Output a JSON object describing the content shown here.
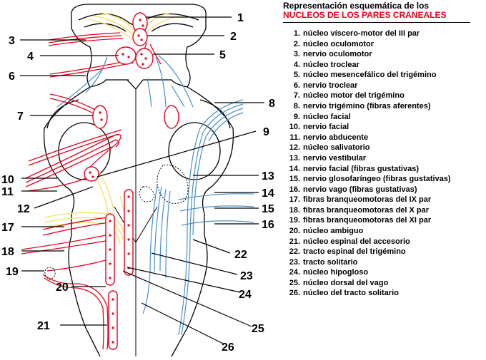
{
  "legend": {
    "title": "Representación esquemática de los",
    "subtitle": "NUCLEOS DE LOS PARES CRANEALES",
    "items": [
      {
        "num": "1.",
        "text": "núcleo víscero-motor del III par"
      },
      {
        "num": "2.",
        "text": "núcleo oculomotor"
      },
      {
        "num": "3.",
        "text": "nervio oculomotor"
      },
      {
        "num": "4.",
        "text": "núcleo troclear"
      },
      {
        "num": "5.",
        "text": "núcleo mesencefálico del trigémino"
      },
      {
        "num": "6.",
        "text": "nervio troclear"
      },
      {
        "num": "7.",
        "text": "núcleo motor del trigémino"
      },
      {
        "num": "8.",
        "text": "nervio trigémino (fibras aferentes)"
      },
      {
        "num": "9.",
        "text": "núcleo facial"
      },
      {
        "num": "10.",
        "text": "nervio facial"
      },
      {
        "num": "11.",
        "text": "nervio abducente"
      },
      {
        "num": "12.",
        "text": "núcleo salivatorio"
      },
      {
        "num": "13.",
        "text": "nervio vestibular"
      },
      {
        "num": "14.",
        "text": "nervio facial (fibras gustativas)"
      },
      {
        "num": "15.",
        "text": "nervio glosofaríngeo (fibras gustativas)"
      },
      {
        "num": "16.",
        "text": "nervio vago (fibras gustativas)"
      },
      {
        "num": "17.",
        "text": "fibras branqueomotoras del IX par"
      },
      {
        "num": "18.",
        "text": "fibras branqueomotoras del X par"
      },
      {
        "num": "19.",
        "text": "fibras branqueomotoras del XI par"
      },
      {
        "num": "20.",
        "text": "núcleo ambiguo"
      },
      {
        "num": "21.",
        "text": "núcleo espinal del accesorio"
      },
      {
        "num": "22.",
        "text": "tracto espinal del trigémino"
      },
      {
        "num": "23.",
        "text": "tracto solitario"
      },
      {
        "num": "24.",
        "text": "núcleo hipogloso"
      },
      {
        "num": "25.",
        "text": "núcleo dorsal del vago"
      },
      {
        "num": "26.",
        "text": "núcleo del tracto solitario"
      }
    ]
  },
  "callouts": [
    "1",
    "2",
    "3",
    "4",
    "5",
    "6",
    "7",
    "8",
    "9",
    "10",
    "11",
    "12",
    "13",
    "14",
    "15",
    "16",
    "17",
    "18",
    "19",
    "20",
    "21",
    "22",
    "23",
    "24",
    "25",
    "26"
  ],
  "colors": {
    "motor": "#e8001c",
    "sensory": "#4a90c8",
    "visceral": "#f3e36c",
    "outline": "#000000",
    "subtitle": "#e8001c"
  }
}
